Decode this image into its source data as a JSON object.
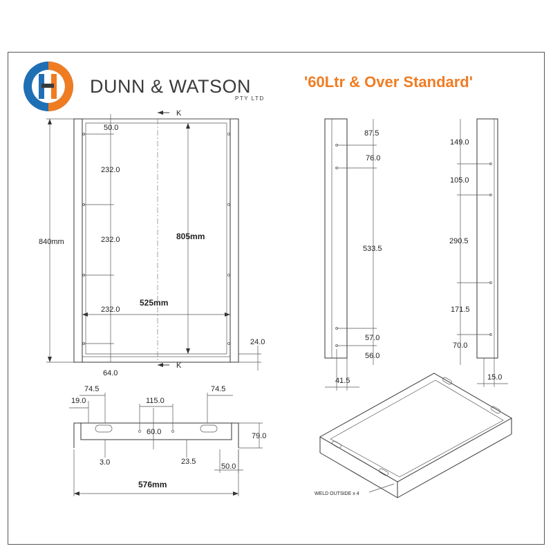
{
  "brand": {
    "company_name": "DUNN & WATSON",
    "company_suffix": "PTY LTD",
    "title": "'60Ltr & Over Standard'",
    "logo_colors": {
      "blue": "#1f6fb5",
      "orange": "#f07c22"
    }
  },
  "front_view": {
    "section_marker_top": "K",
    "section_marker_bottom": "K",
    "height_label": "840mm",
    "inner_height_label": "805mm",
    "width_label": "525mm",
    "hole_spacing": [
      "50.0",
      "232.0",
      "232.0",
      "232.0"
    ],
    "bottom_offset": "64.0",
    "side_offset": "24.0"
  },
  "side_view_left": {
    "dims": [
      "87.5",
      "76.0",
      "533.5",
      "57.0",
      "56.0"
    ],
    "width": "41.5"
  },
  "side_view_right": {
    "dims": [
      "149.0",
      "105.0",
      "290.5",
      "171.5",
      "70.0"
    ],
    "width": "15.0"
  },
  "bottom_view": {
    "left_slot": "74.5",
    "right_slot": "74.5",
    "edge": "19.0",
    "hole_spacing": "115.0",
    "hole_offset": "60.0",
    "height": "79.0",
    "lip": "3.0",
    "hole_from_bottom": "23.5",
    "right_edge": "50.0",
    "overall_width": "576mm"
  },
  "iso_view": {
    "weld_note": "WELD OUTSIDE x 4"
  }
}
